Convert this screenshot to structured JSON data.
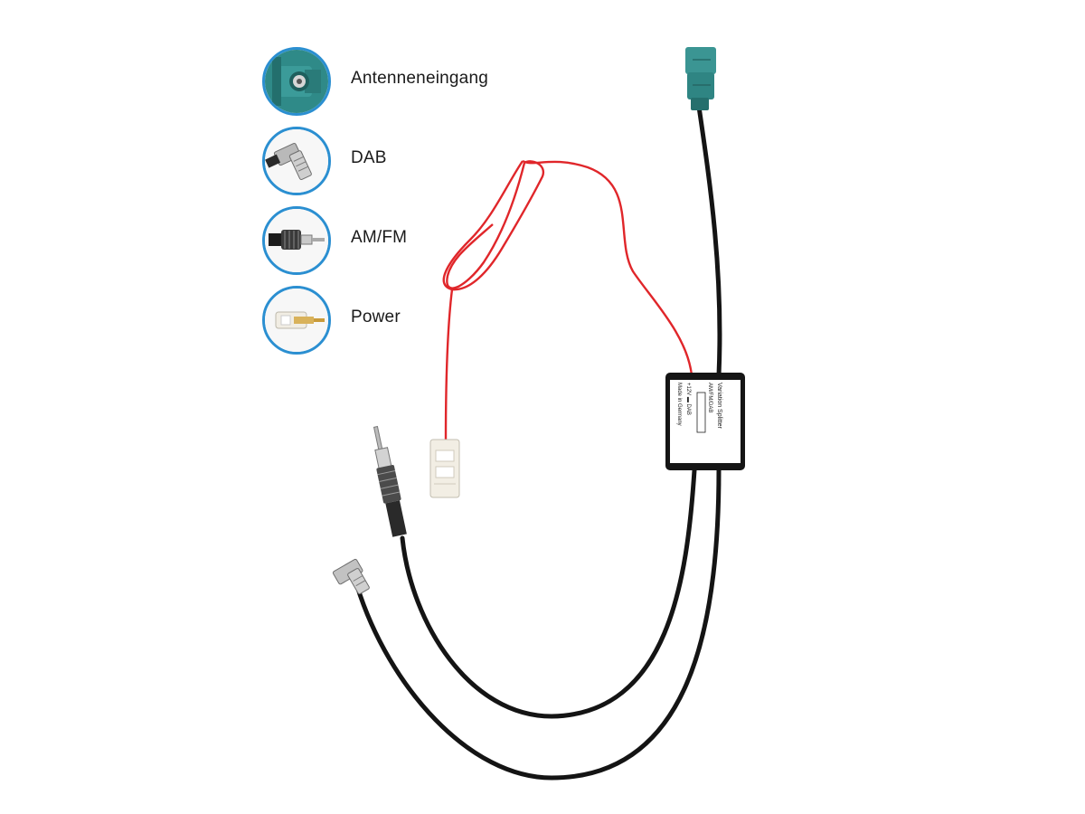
{
  "legend": {
    "items": [
      {
        "label": "Antenneneingang",
        "icon": "fakra-connector-icon"
      },
      {
        "label": "DAB",
        "icon": "smb-angled-connector-icon"
      },
      {
        "label": "AM/FM",
        "icon": "din-plug-icon"
      },
      {
        "label": "Power",
        "icon": "power-plug-icon"
      }
    ]
  },
  "colors": {
    "badge_ring": "#2b8fd1",
    "fakra_teal": "#3b8f8e",
    "power_wire": "#e0262a",
    "cable": "#141414"
  }
}
